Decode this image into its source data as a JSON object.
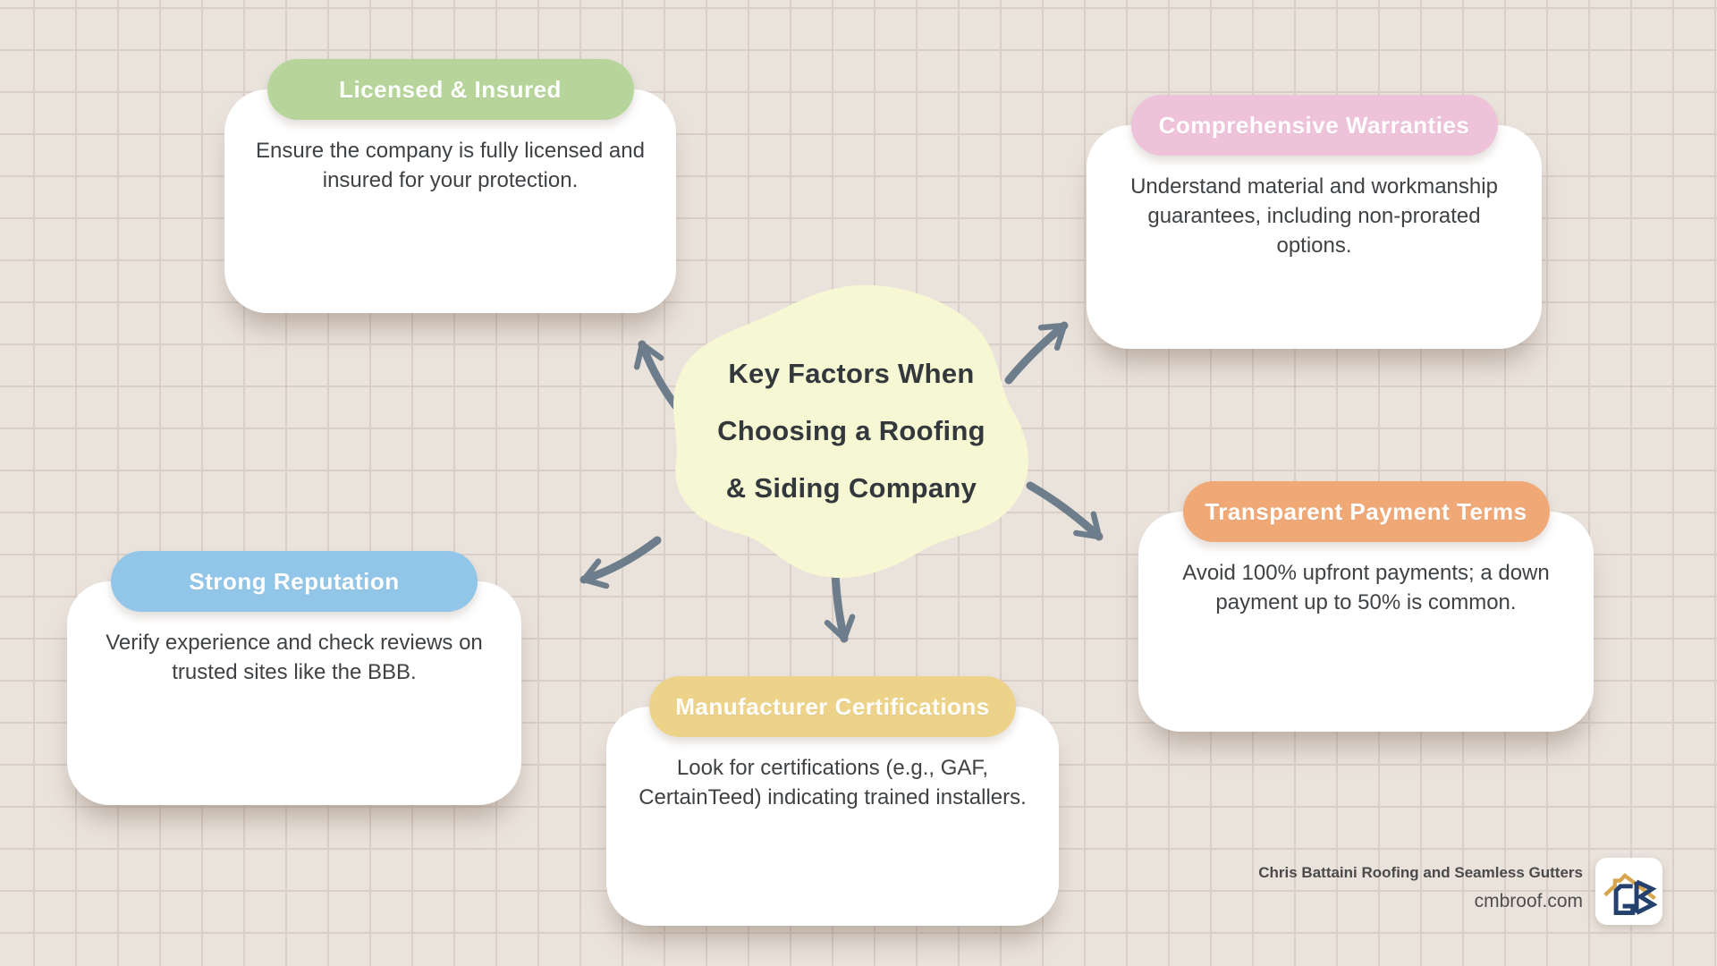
{
  "center": {
    "title": "Key Factors When\nChoosing a Roofing\n& Siding Company",
    "blob_color": "#f6f7d3",
    "title_color": "#33383c"
  },
  "cards": [
    {
      "id": "licensed-insured",
      "label": "Licensed & Insured",
      "body": "Ensure the company is fully licensed and\ninsured for your protection.",
      "color": "#b7d59b"
    },
    {
      "id": "comprehensive-warranties",
      "label": "Comprehensive Warranties",
      "body": "Understand material and workmanship\nguarantees, including non-prorated\noptions.",
      "color": "#eec3da"
    },
    {
      "id": "transparent-payment-terms",
      "label": "Transparent Payment Terms",
      "body": "Avoid 100% upfront payments; a down\npayment up to 50% is common.",
      "color": "#f0a877"
    },
    {
      "id": "manufacturer-certifications",
      "label": "Manufacturer Certifications",
      "body": "Look for certifications (e.g., GAF,\nCertainTeed) indicating trained installers.",
      "color": "#edd389"
    },
    {
      "id": "strong-reputation",
      "label": "Strong Reputation",
      "body": "Verify experience and check reviews on\ntrusted sites like the BBB.",
      "color": "#92c6e9"
    }
  ],
  "footer": {
    "company": "Chris Battaini Roofing and Seamless Gutters",
    "website": "cmbroof.com"
  },
  "logo": {
    "monogram": "CB",
    "navy": "#24416e",
    "gold": "#d8a64c"
  },
  "colors": {
    "background": "#eae3dc",
    "grid_line": "#d9cfc8",
    "arrow": "#6e7d8c",
    "card_background": "#ffffff",
    "body_text": "#3f4245"
  }
}
